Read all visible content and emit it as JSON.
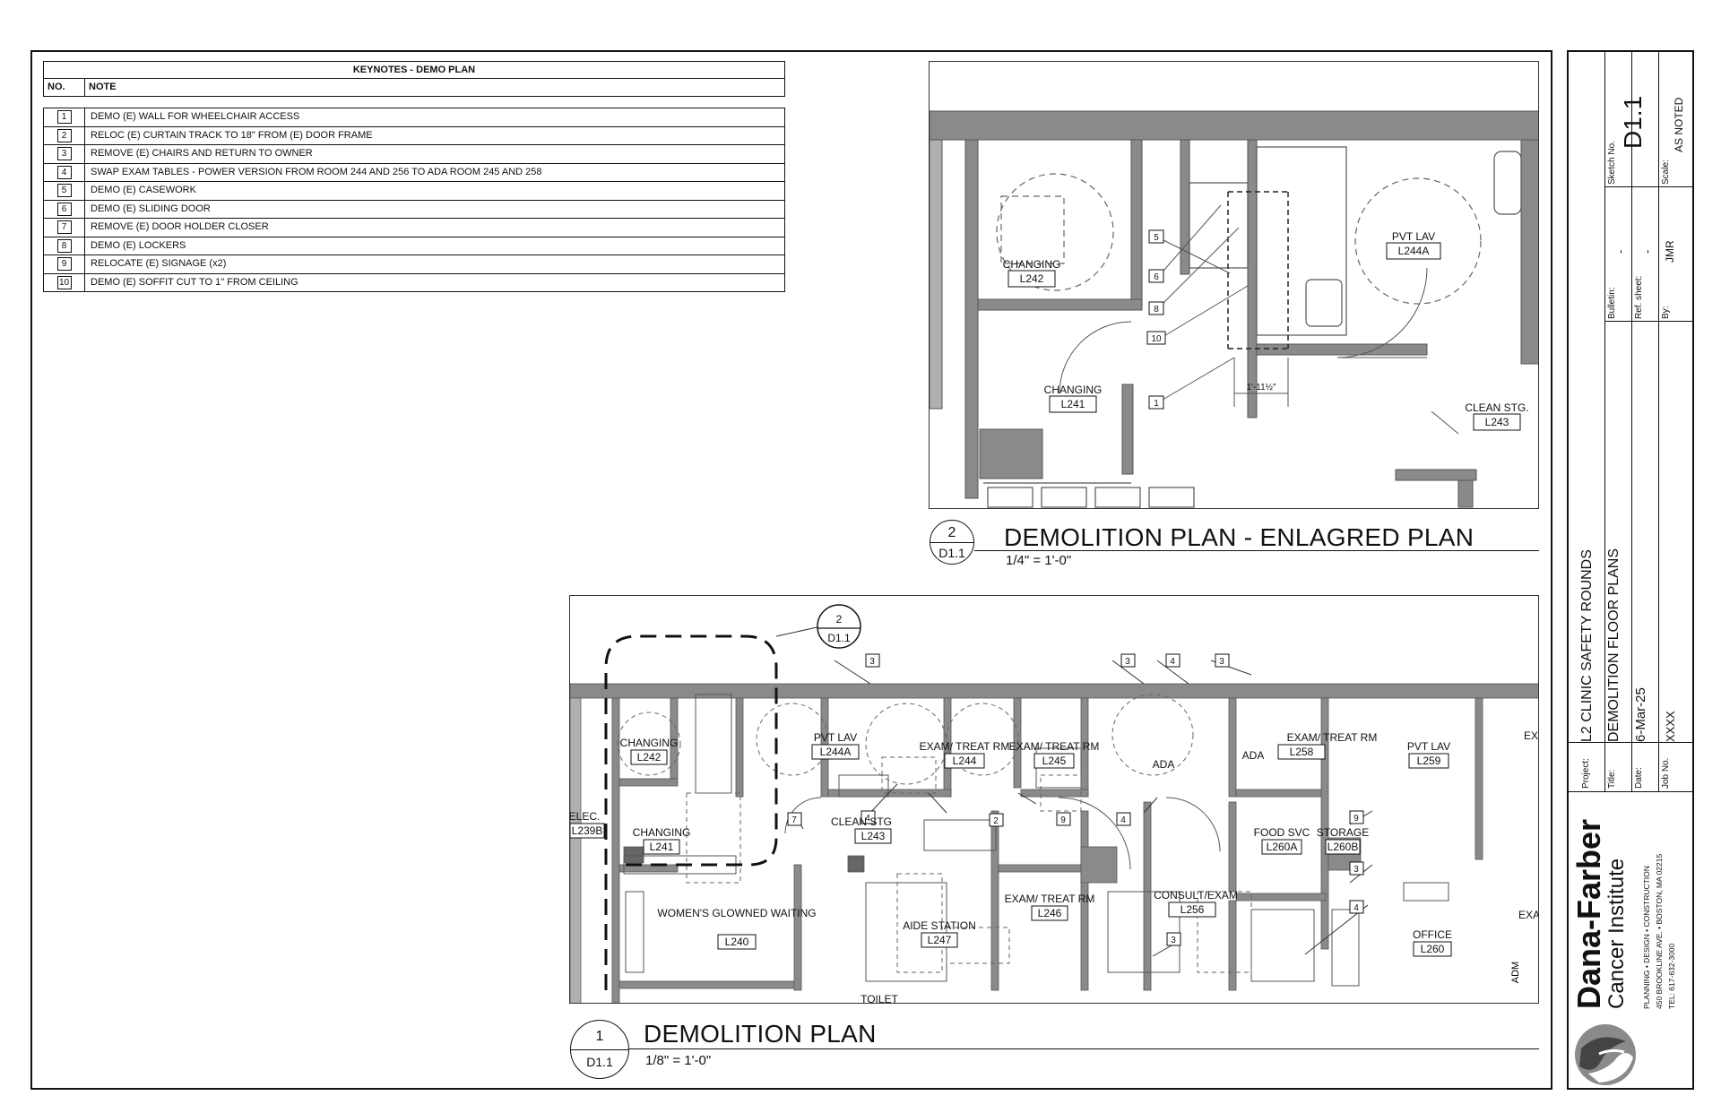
{
  "keynotes": {
    "title": "KEYNOTES - DEMO PLAN",
    "col_no": "NO.",
    "col_note": "NOTE",
    "items": [
      {
        "no": "1",
        "note": "DEMO (E) WALL FOR WHEELCHAIR ACCESS"
      },
      {
        "no": "2",
        "note": "RELOC (E) CURTAIN TRACK TO 18\" FROM (E) DOOR FRAME"
      },
      {
        "no": "3",
        "note": "REMOVE (E) CHAIRS AND RETURN TO OWNER"
      },
      {
        "no": "4",
        "note": "SWAP EXAM TABLES - POWER VERSION FROM ROOM 244 AND 256 TO ADA ROOM 245 AND 258"
      },
      {
        "no": "5",
        "note": "DEMO (E) CASEWORK"
      },
      {
        "no": "6",
        "note": "DEMO (E) SLIDING DOOR"
      },
      {
        "no": "7",
        "note": "REMOVE (E) DOOR HOLDER CLOSER"
      },
      {
        "no": "8",
        "note": "DEMO (E) LOCKERS"
      },
      {
        "no": "9",
        "note": "RELOCATE (E) SIGNAGE (x2)"
      },
      {
        "no": "10",
        "note": "DEMO (E) SOFFIT CUT TO 1\" FROM CEILING"
      }
    ]
  },
  "enlarged_plan": {
    "title": "DEMOLITION PLAN - ENLAGRED PLAN",
    "scale": "1/4\" = 1'-0\"",
    "bubble_num": "2",
    "bubble_sheet": "D1.1",
    "dimension": "1'-11½\"",
    "rooms": [
      {
        "name": "CHANGING",
        "num": "L242"
      },
      {
        "name": "CHANGING",
        "num": "L241"
      },
      {
        "name": "PVT LAV",
        "num": "L244A"
      },
      {
        "name": "CLEAN STG.",
        "num": "L243"
      }
    ],
    "tags": [
      "5",
      "6",
      "8",
      "10",
      "1"
    ]
  },
  "demo_plan": {
    "title": "DEMOLITION PLAN",
    "scale": "1/8\" = 1'-0\"",
    "bubble_num": "1",
    "bubble_sheet": "D1.1",
    "callout_num": "2",
    "callout_sheet": "D1.1",
    "rooms": [
      {
        "name": "CHANGING",
        "num": "L242"
      },
      {
        "name": "PVT LAV",
        "num": "L244A"
      },
      {
        "name": "EXAM/ TREAT RM",
        "num": "L244"
      },
      {
        "name": "EXAM/ TREAT RM",
        "num": "L245"
      },
      {
        "name": "ADA",
        "num": ""
      },
      {
        "name": "ADA",
        "num": ""
      },
      {
        "name": "EXAM/ TREAT RM",
        "num": "L258"
      },
      {
        "name": "PVT LAV",
        "num": "L259"
      },
      {
        "name": "ELEC.",
        "num": "L239B"
      },
      {
        "name": "CHANGING",
        "num": "L241"
      },
      {
        "name": "CLEAN STG",
        "num": "L243"
      },
      {
        "name": "WOMEN'S GLOWNED WAITING",
        "num": "L240"
      },
      {
        "name": "AIDE STATION",
        "num": "L247"
      },
      {
        "name": "EXAM/ TREAT RM",
        "num": "L246"
      },
      {
        "name": "CONSULT/EXAM",
        "num": "L256"
      },
      {
        "name": "FOOD SVC",
        "num": "L260A"
      },
      {
        "name": "STORAGE",
        "num": "L260B"
      },
      {
        "name": "OFFICE",
        "num": "L260"
      },
      {
        "name": "TOILET",
        "num": ""
      },
      {
        "name": "EX",
        "num": ""
      },
      {
        "name": "EXA",
        "num": ""
      },
      {
        "name": "ADM",
        "num": ""
      }
    ],
    "tags": [
      "3",
      "3",
      "4",
      "3",
      "2",
      "4",
      "7",
      "9",
      "4",
      "9",
      "3",
      "3",
      "4"
    ]
  },
  "title_block": {
    "project_label": "Project:",
    "project": "L2 CLINIC SAFETY ROUNDS",
    "title_label": "Title:",
    "title": "DEMOLITION FLOOR PLANS",
    "date_label": "Date:",
    "date": "6-Mar-25",
    "job_label": "Job No.",
    "job": "XXXX",
    "bulletin_label": "Bulletin:",
    "bulletin": "-",
    "ref_label": "Ref. sheet:",
    "ref": "-",
    "by_label": "By:",
    "by": "JMR",
    "sketch_label": "Sketch No.",
    "sketch": "D1.1",
    "scale_label": "Scale:",
    "scale": "AS NOTED",
    "org_name": "Dana-Farber",
    "org_sub": "Cancer Institute",
    "org_line1": "PLANNING • DESIGN • CONSTRUCTION",
    "org_line2": "450 BROOKLINE AVE. • BOSTON, MA 02215",
    "org_line3": "TEL: 617-632-3000"
  }
}
